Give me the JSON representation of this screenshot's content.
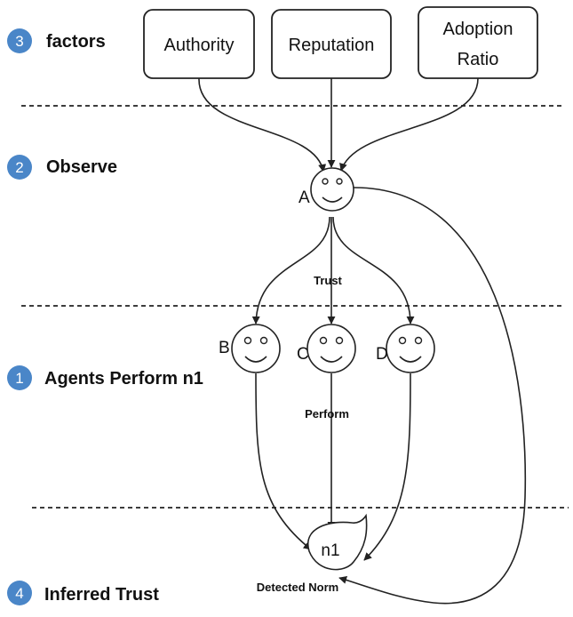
{
  "steps": [
    {
      "number": "3",
      "label": "factors"
    },
    {
      "number": "2",
      "label": "Observe"
    },
    {
      "number": "1",
      "label": "Agents Perform n1"
    },
    {
      "number": "4",
      "label": "Inferred Trust"
    }
  ],
  "factors": [
    {
      "lines": [
        "Authority"
      ]
    },
    {
      "lines": [
        "Reputation"
      ]
    },
    {
      "lines": [
        "Adoption",
        "Ratio"
      ]
    }
  ],
  "agents": {
    "a": "A",
    "b": "B",
    "c": "C",
    "d": "D"
  },
  "edge_labels": {
    "trust": "Trust",
    "perform": "Perform"
  },
  "norm": {
    "label": "n1",
    "caption": "Detected Norm"
  },
  "colors": {
    "badge": "#4a86c8",
    "line": "#222222"
  }
}
